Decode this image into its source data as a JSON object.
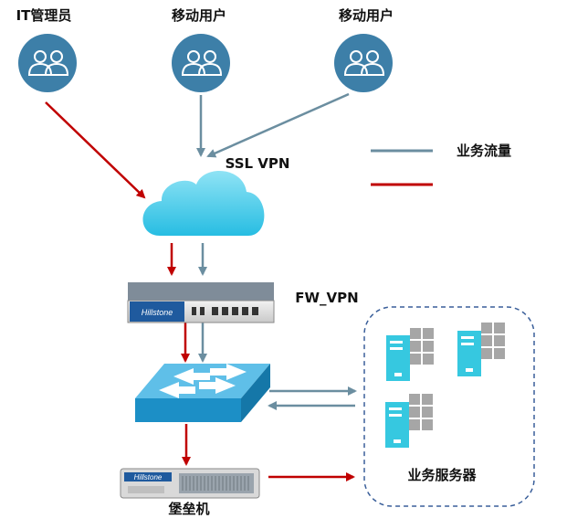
{
  "nodes": {
    "admin": "IT管理员",
    "mobile1": "移动用户",
    "mobile2": "移动用户",
    "cloud": "SSL VPN",
    "firewall": "FW_VPN",
    "bastion": "堡垒机",
    "servers": "业务服务器"
  },
  "device_brand": "Hillstone",
  "legend": {
    "business_traffic": "业务流量",
    "business_color": "#6b8ea0",
    "admin_color": "#c00000"
  },
  "colors": {
    "user_circle": "#3d7fa8",
    "cloud": "#39c6e6",
    "switch": "#1c8fc6",
    "server": "#36c8e0",
    "server_gray": "#a6a6a6",
    "group_border": "#3a5f9a"
  }
}
